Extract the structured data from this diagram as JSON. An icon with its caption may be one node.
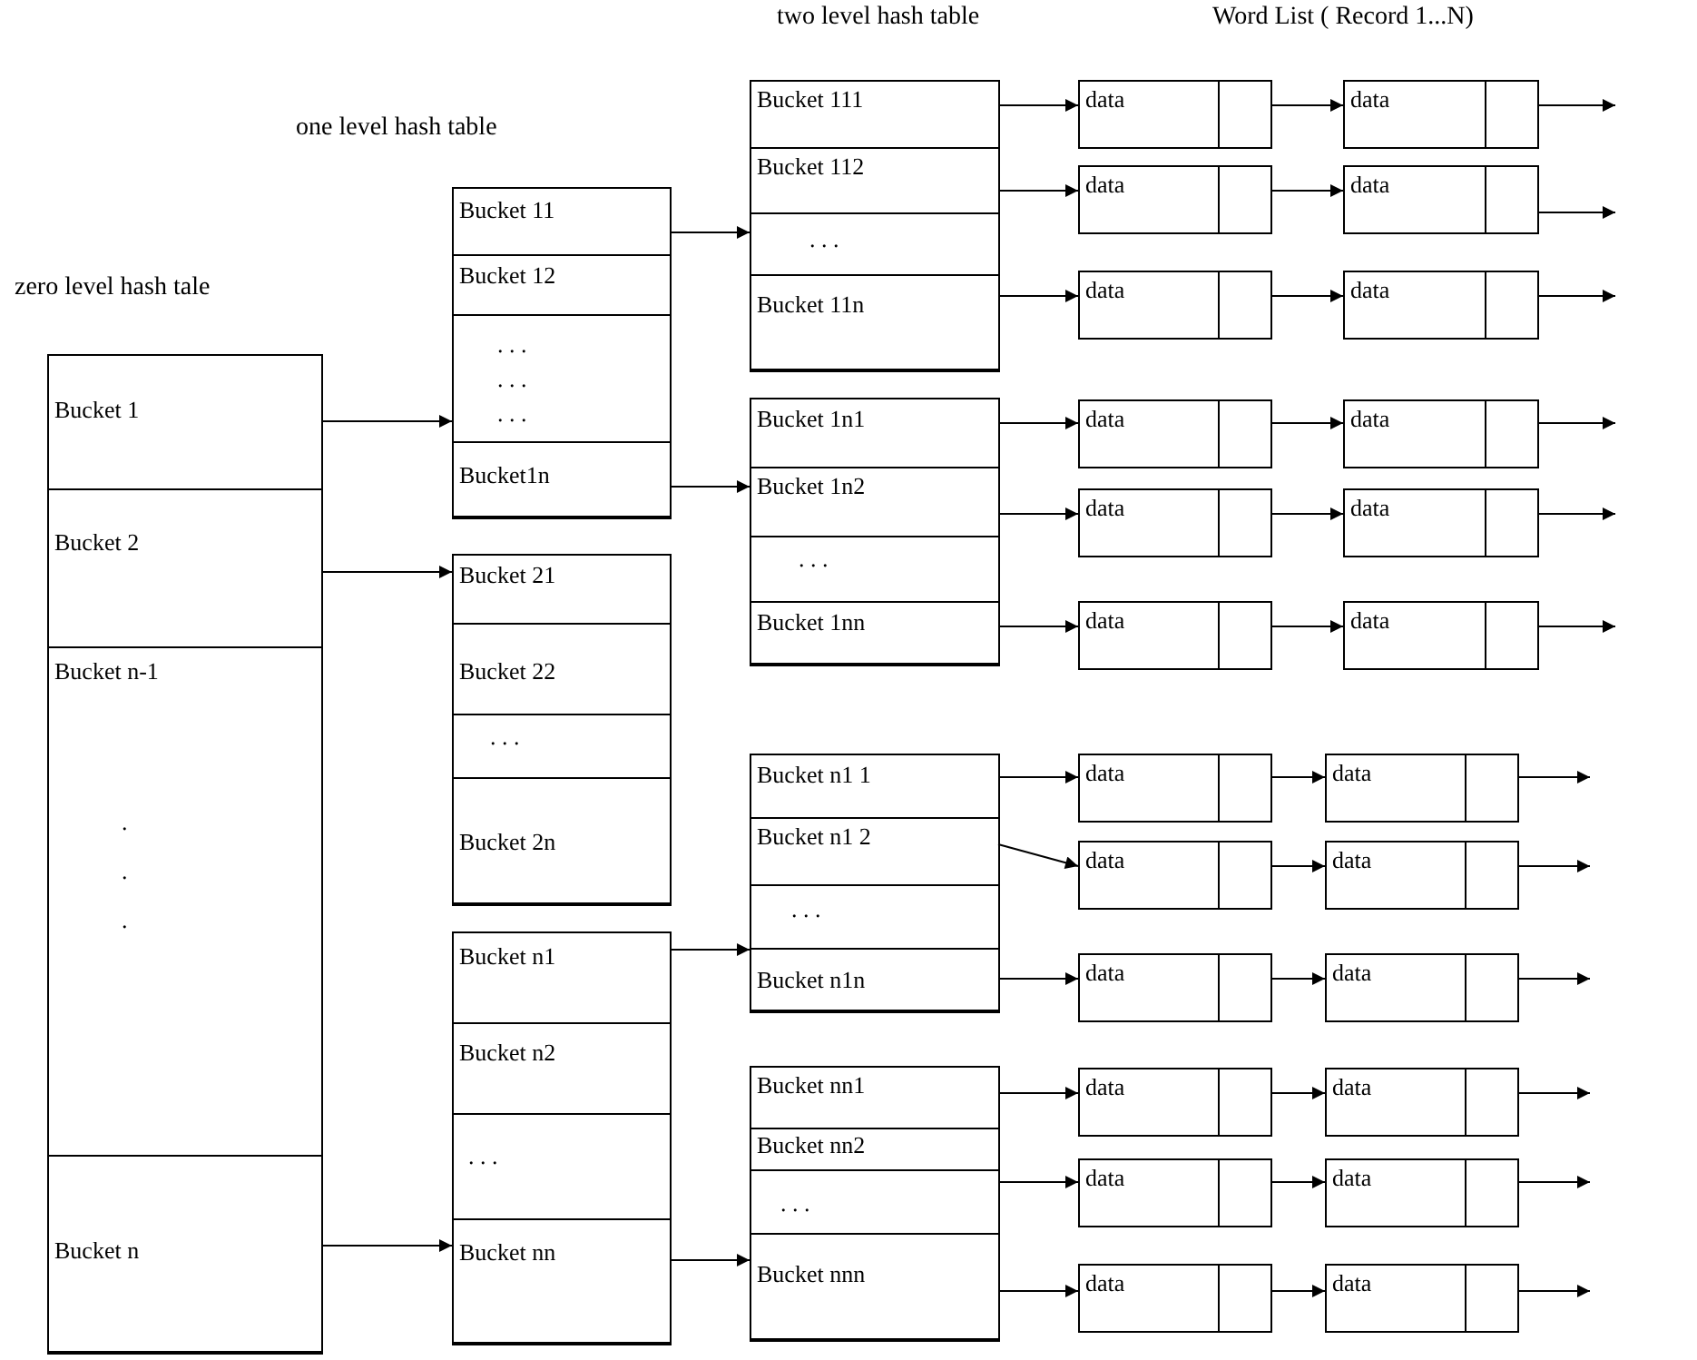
{
  "diagram": {
    "nodes": [
      {
        "text": [],
        "shape": "box"
      },
      {
        "text": [
          "Bucket  1"
        ],
        "in": 0
      },
      {
        "text": [
          "Bucket  2"
        ],
        "in": 0
      },
      {
        "text": [
          "Bucket  n-1",
          ". . ."
        ],
        "in": 0
      },
      {
        "text": [
          "Bucket  n"
        ],
        "in": 0
      },
      {
        "text": [],
        "shape": "box"
      },
      {
        "text": [
          "Bucket 11"
        ],
        "in": 5
      },
      {
        "text": [
          "Bucket 12"
        ],
        "in": 5
      },
      {
        "text": [
          ". . .",
          ". . .",
          ". . ."
        ],
        "in": 5
      },
      {
        "text": [
          "Bucket1n"
        ],
        "in": 5
      },
      {
        "text": [],
        "shape": "box"
      },
      {
        "text": [
          "Bucket 21"
        ],
        "in": 10
      },
      {
        "text": [
          "Bucket 22"
        ],
        "in": 10
      },
      {
        "text": [
          ". . ."
        ],
        "in": 10
      },
      {
        "text": [
          "Bucket 2n"
        ],
        "in": 10
      },
      {
        "text": [],
        "shape": "box"
      },
      {
        "text": [
          "Bucket n1"
        ],
        "in": 15
      },
      {
        "text": [
          "Bucket n2"
        ],
        "in": 15
      },
      {
        "text": [
          ". . ."
        ],
        "in": 15
      },
      {
        "text": [
          "Bucket nn"
        ],
        "in": 15
      },
      {
        "text": [],
        "shape": "box"
      },
      {
        "text": [
          "Bucket 111"
        ],
        "in": 20
      },
      {
        "text": [
          "Bucket 112"
        ],
        "in": 20
      },
      {
        "text": [
          ". . ."
        ],
        "in": 20
      },
      {
        "text": [
          "Bucket 11n"
        ],
        "in": 20
      },
      {
        "text": [],
        "shape": "box"
      },
      {
        "text": [
          "Bucket 1n1"
        ],
        "in": 25
      },
      {
        "text": [
          "Bucket 1n2"
        ],
        "in": 25
      },
      {
        "text": [
          ". . ."
        ],
        "in": 25
      },
      {
        "text": [
          "Bucket 1nn"
        ],
        "in": 25
      },
      {
        "text": [],
        "shape": "box"
      },
      {
        "text": [
          "Bucket n1 1"
        ],
        "in": 30
      },
      {
        "text": [
          "Bucket n1 2"
        ],
        "in": 30
      },
      {
        "text": [
          ". . ."
        ],
        "in": 30
      },
      {
        "text": [
          "Bucket n1n"
        ],
        "in": 30
      },
      {
        "text": [],
        "shape": "box"
      },
      {
        "text": [
          "Bucket nn1"
        ],
        "in": 35
      },
      {
        "text": [
          "Bucket nn2"
        ],
        "in": 35
      },
      {
        "text": [
          ". . ."
        ],
        "in": 35
      },
      {
        "text": [
          "Bucket nnn"
        ],
        "in": 35
      },
      {
        "text": [
          "data"
        ]
      },
      {
        "text": [
          "data"
        ]
      },
      {
        "text": [
          "data"
        ]
      },
      {
        "text": [
          "data"
        ]
      },
      {
        "text": [
          "data"
        ]
      },
      {
        "text": [
          "data"
        ]
      },
      {
        "text": [
          "data"
        ]
      },
      {
        "text": [
          "data"
        ]
      },
      {
        "text": [
          "data"
        ]
      },
      {
        "text": [
          "data"
        ]
      },
      {
        "text": [
          "data"
        ]
      },
      {
        "text": [
          "data"
        ]
      },
      {
        "text": [
          "data"
        ]
      },
      {
        "text": [
          "data"
        ]
      },
      {
        "text": [
          "data"
        ]
      },
      {
        "text": [
          "data"
        ]
      },
      {
        "text": [
          "data"
        ]
      },
      {
        "text": [
          "data"
        ]
      },
      {
        "text": [
          "data"
        ]
      },
      {
        "text": [
          "data"
        ]
      },
      {
        "text": [
          "data"
        ]
      },
      {
        "text": [
          "data"
        ]
      },
      {
        "text": [
          "data"
        ]
      },
      {
        "text": [
          "data"
        ]
      }
    ],
    "edges": [
      {
        "from": 1,
        "to": 5,
        "arrow": "to"
      },
      {
        "from": 2,
        "to": 10,
        "arrow": "to"
      },
      {
        "from": 4,
        "to": 15,
        "arrow": "to"
      },
      {
        "from": 6,
        "to": 20,
        "arrow": "to"
      },
      {
        "from": 9,
        "to": 25,
        "arrow": "to"
      },
      {
        "from": 16,
        "to": 30,
        "arrow": "to"
      },
      {
        "from": 19,
        "to": 35,
        "arrow": "to"
      },
      {
        "from": 21,
        "to": 40,
        "arrow": "to"
      },
      {
        "from": 40,
        "to": 41,
        "arrow": "to"
      },
      {
        "from": 41,
        "to": null,
        "arrow": "to"
      },
      {
        "from": 22,
        "to": 42,
        "arrow": "to"
      },
      {
        "from": 42,
        "to": 43,
        "arrow": "to"
      },
      {
        "from": 43,
        "to": null,
        "arrow": "to"
      },
      {
        "from": 24,
        "to": 44,
        "arrow": "to"
      },
      {
        "from": 44,
        "to": 45,
        "arrow": "to"
      },
      {
        "from": 45,
        "to": null,
        "arrow": "to"
      },
      {
        "from": 26,
        "to": 46,
        "arrow": "to"
      },
      {
        "from": 46,
        "to": 47,
        "arrow": "to"
      },
      {
        "from": 47,
        "to": null,
        "arrow": "to"
      },
      {
        "from": 27,
        "to": 48,
        "arrow": "to"
      },
      {
        "from": 48,
        "to": 49,
        "arrow": "to"
      },
      {
        "from": 49,
        "to": null,
        "arrow": "to"
      },
      {
        "from": 29,
        "to": 50,
        "arrow": "to"
      },
      {
        "from": 50,
        "to": 51,
        "arrow": "to"
      },
      {
        "from": 51,
        "to": null,
        "arrow": "to"
      },
      {
        "from": 31,
        "to": 52,
        "arrow": "to"
      },
      {
        "from": 52,
        "to": 53,
        "arrow": "to"
      },
      {
        "from": 53,
        "to": null,
        "arrow": "to"
      },
      {
        "from": 32,
        "to": 54,
        "arrow": "to"
      },
      {
        "from": 54,
        "to": 55,
        "arrow": "to"
      },
      {
        "from": 55,
        "to": null,
        "arrow": "to"
      },
      {
        "from": 34,
        "to": 56,
        "arrow": "to"
      },
      {
        "from": 56,
        "to": 57,
        "arrow": "to"
      },
      {
        "from": 57,
        "to": null,
        "arrow": "to"
      },
      {
        "from": 36,
        "to": 58,
        "arrow": "to"
      },
      {
        "from": 58,
        "to": 59,
        "arrow": "to"
      },
      {
        "from": 59,
        "to": null,
        "arrow": "to"
      },
      {
        "from": 37,
        "to": 60,
        "arrow": "to"
      },
      {
        "from": 60,
        "to": 61,
        "arrow": "to"
      },
      {
        "from": 61,
        "to": null,
        "arrow": "to"
      },
      {
        "from": 39,
        "to": 62,
        "arrow": "to"
      },
      {
        "from": 62,
        "to": 63,
        "arrow": "to"
      },
      {
        "from": 63,
        "to": null,
        "arrow": "to"
      }
    ],
    "labels": [
      "two level hash table",
      "Word List ( Record 1...N)",
      "one level hash table",
      "zero level hash tale"
    ]
  }
}
